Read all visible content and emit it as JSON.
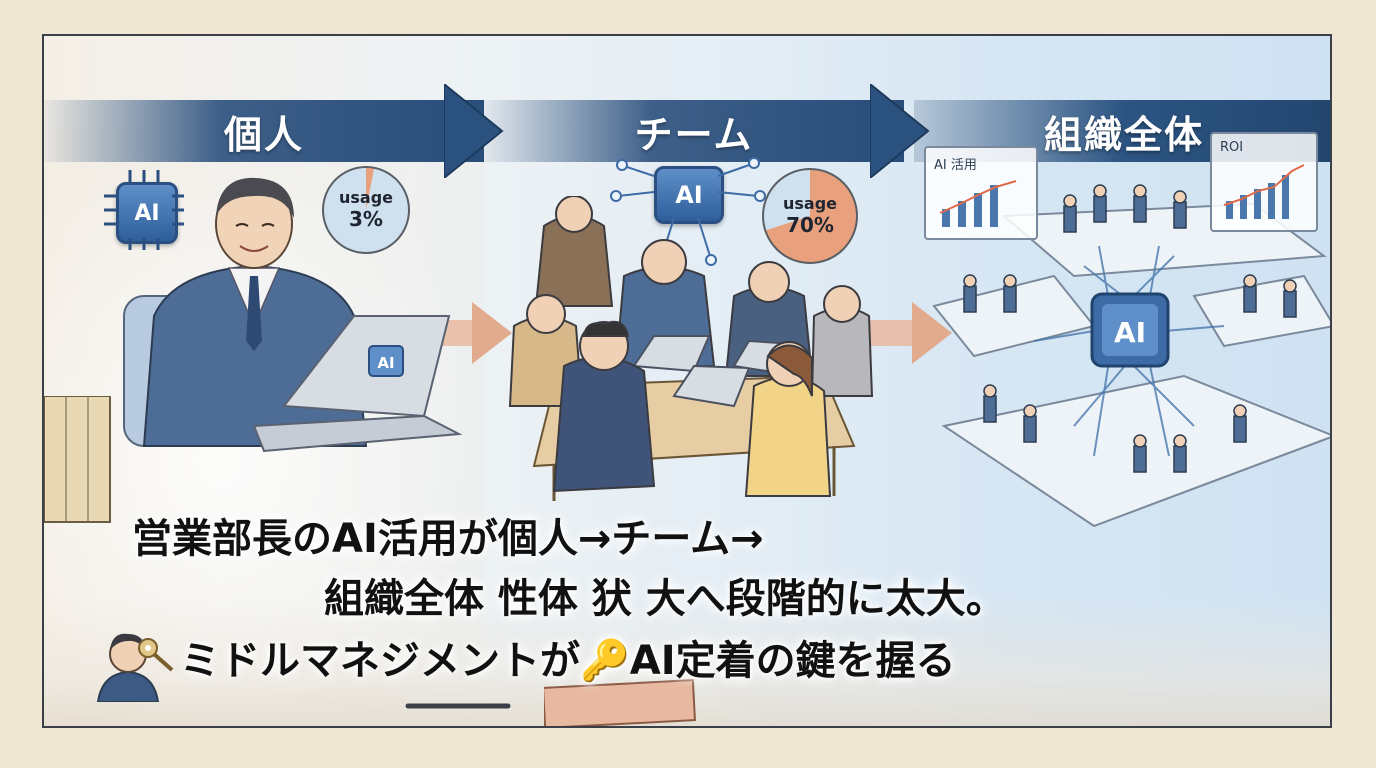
{
  "stages": [
    "個人",
    "チーム",
    "組織全体"
  ],
  "ai_chip_label": "AI",
  "individual": {
    "usage_label": "usage",
    "usage_value": "3%",
    "usage_fraction": 0.03
  },
  "team": {
    "usage_label": "usage",
    "usage_value": "70%",
    "usage_fraction": 0.7
  },
  "org_screens": {
    "left_title": "AI 活用",
    "right_title": "ROI"
  },
  "caption": {
    "line1": "営業部長のAI活用が個人→チーム→",
    "line2": "組織全体 性体 犾 大へ段階的に太大。",
    "line3": "ミドルマネジメントが🔑AI定着の鍵を握る"
  },
  "colors": {
    "bar": "#284d7a",
    "arrow": "#e7b9a0",
    "chip": "#3d6ba6",
    "pie_usage": "#e9a17d",
    "pie_base": "#cfe0ee"
  }
}
